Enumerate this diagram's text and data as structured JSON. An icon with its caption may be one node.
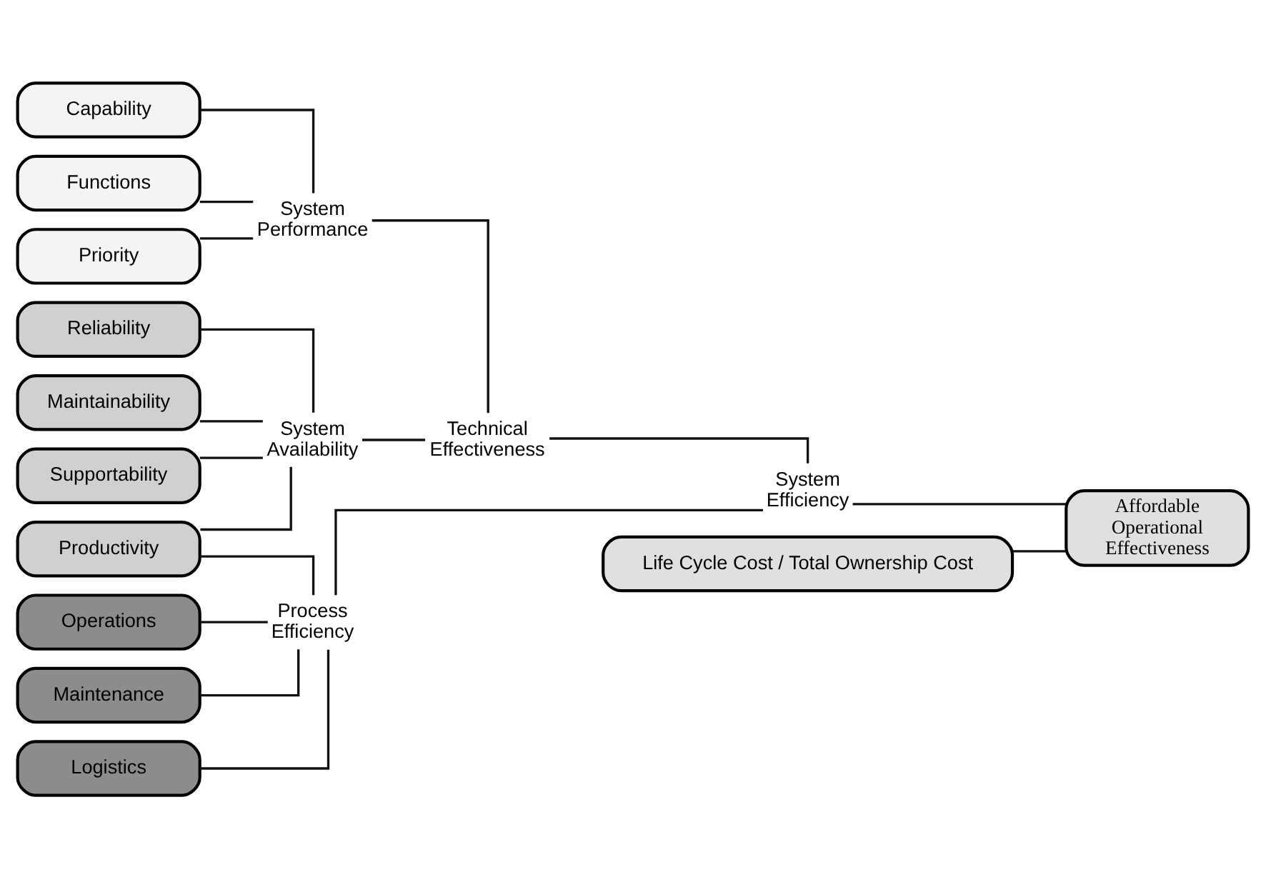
{
  "diagram": {
    "nodes": [
      {
        "text": [
          "Capability"
        ]
      },
      {
        "text": [
          "Functions"
        ]
      },
      {
        "text": [
          "Priority"
        ]
      },
      {
        "text": [
          "Reliability"
        ]
      },
      {
        "text": [
          "Maintainability"
        ]
      },
      {
        "text": [
          "Supportability"
        ]
      },
      {
        "text": [
          "Productivity"
        ]
      },
      {
        "text": [
          "Operations"
        ]
      },
      {
        "text": [
          "Maintenance"
        ]
      },
      {
        "text": [
          "Logistics"
        ]
      },
      {
        "text": [
          "Life Cycle Cost / Total Ownership Cost"
        ]
      },
      {
        "text": [
          "System Performance"
        ]
      },
      {
        "text": [
          "System Availability"
        ]
      },
      {
        "text": [
          "Process Efficiency"
        ]
      },
      {
        "text": [
          "Technical Effectiveness"
        ]
      },
      {
        "text": [
          "System Efficiency"
        ]
      },
      {
        "text": [
          "Affordable Operational Effectiveness"
        ]
      }
    ],
    "edges": [
      {
        "from": 0,
        "to": 11,
        "arrow": "none"
      },
      {
        "from": 1,
        "to": 11,
        "arrow": "none"
      },
      {
        "from": 2,
        "to": 11,
        "arrow": "none"
      },
      {
        "from": 3,
        "to": 12,
        "arrow": "none"
      },
      {
        "from": 4,
        "to": 12,
        "arrow": "none"
      },
      {
        "from": 5,
        "to": 12,
        "arrow": "none"
      },
      {
        "from": 6,
        "to": 12,
        "arrow": "none"
      },
      {
        "from": 6,
        "to": 13,
        "arrow": "none"
      },
      {
        "from": 7,
        "to": 13,
        "arrow": "none"
      },
      {
        "from": 8,
        "to": 13,
        "arrow": "none"
      },
      {
        "from": 9,
        "to": 13,
        "arrow": "none"
      },
      {
        "from": 11,
        "to": 14,
        "arrow": "none"
      },
      {
        "from": 12,
        "to": 14,
        "arrow": "none"
      },
      {
        "from": 14,
        "to": 15,
        "arrow": "none"
      },
      {
        "from": 13,
        "to": 15,
        "arrow": "none"
      },
      {
        "from": 15,
        "to": 16,
        "arrow": "none"
      },
      {
        "from": 10,
        "to": 16,
        "arrow": "none"
      }
    ]
  }
}
